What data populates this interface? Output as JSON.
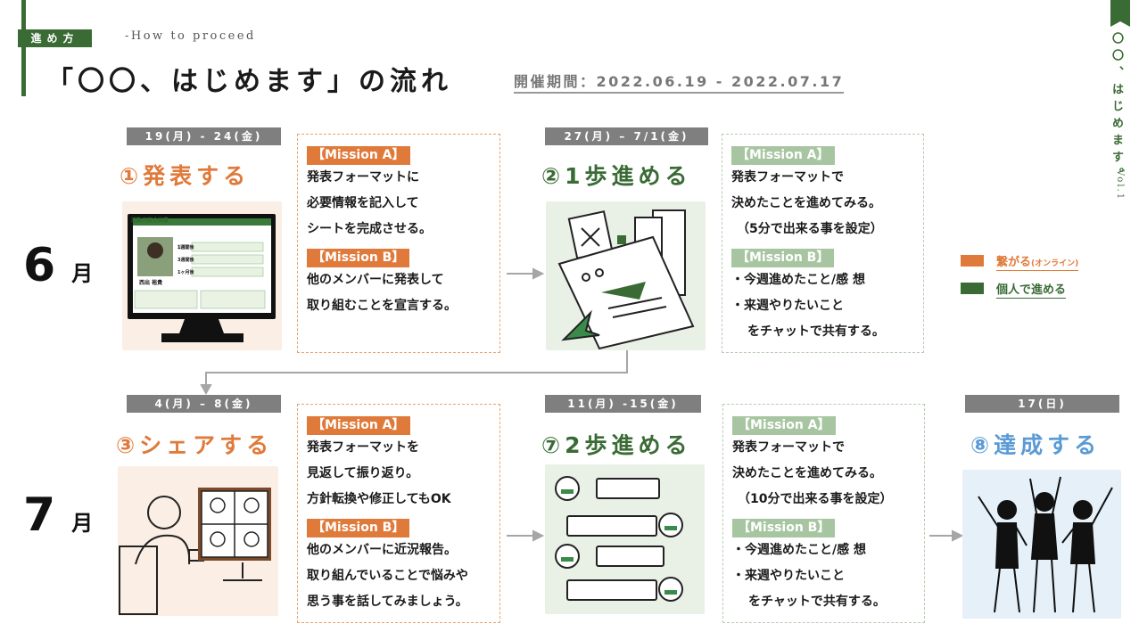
{
  "header": {
    "tag": "進め方",
    "subtitle": "-How to proceed",
    "title": "「〇〇、はじめます」の流れ",
    "period": "開催期間：2022.06.19 - 2022.07.17",
    "side_title": "〇〇、はじめます。",
    "side_vol": "Vol.1"
  },
  "months": {
    "june_num": "6",
    "july_num": "7",
    "unit": "月"
  },
  "steps": {
    "s1": {
      "date": "19(月) - 24(金)",
      "title": "①発表する"
    },
    "s2": {
      "date": "27(月) – 7/1(金)",
      "title": "②1歩進める"
    },
    "s3": {
      "date": "4(月) – 8(金)",
      "title": "③シェアする"
    },
    "s7": {
      "date": "11(月) -15(金)",
      "title": "⑦2歩進める"
    },
    "s8": {
      "date": "17(日)",
      "title": "⑧達成する"
    }
  },
  "boxes": {
    "b1": {
      "tagA": "【Mission A】",
      "a1": "発表フォーマットに",
      "a2": "必要情報を記入して",
      "a3": "シートを完成させる。",
      "tagB": "【Mission B】",
      "b1": "他のメンバーに発表して",
      "b2": "取り組むことを宣言する。"
    },
    "b2": {
      "tagA": "【Mission A】",
      "a1": "発表フォーマットで",
      "a2": "決めたことを進めてみる。",
      "a3": "（5分で出来る事を設定）",
      "tagB": "【Mission B】",
      "b1": "・今週進めたこと/感 想",
      "b2": "・来週やりたいこと",
      "b3": "をチャットで共有する。"
    },
    "b3": {
      "tagA": "【Mission A】",
      "a1": "発表フォーマットを",
      "a2": "見返して振り返り。",
      "a3": "方針転換や修正してもOK",
      "tagB": "【Mission B】",
      "b1": "他のメンバーに近況報告。",
      "b2": "取り組んでいることで悩みや",
      "b3": "思う事を話してみましょう。"
    },
    "b4": {
      "tagA": "【Mission A】",
      "a1": "発表フォーマットで",
      "a2": "決めたことを進めてみる。",
      "a3": "（10分で出来る事を設定）",
      "tagB": "【Mission B】",
      "b1": "・今週進めたこと/感 想",
      "b2": "・来週やりたいこと",
      "b3": "をチャットで共有する。"
    }
  },
  "screen": {
    "title": "活動内容企画書",
    "name": "西出 裕貴",
    "row1": "1週間後",
    "row2": "3週間後",
    "row3": "1ヶ月後"
  },
  "legend": {
    "orange_label": "繋がる",
    "orange_note": "(オンライン)",
    "green_label": "個人で進める"
  },
  "colors": {
    "orange": "#e07a3a",
    "green": "#3a6b35",
    "blue": "#5b9bd5",
    "gray": "#7f7f7f"
  }
}
